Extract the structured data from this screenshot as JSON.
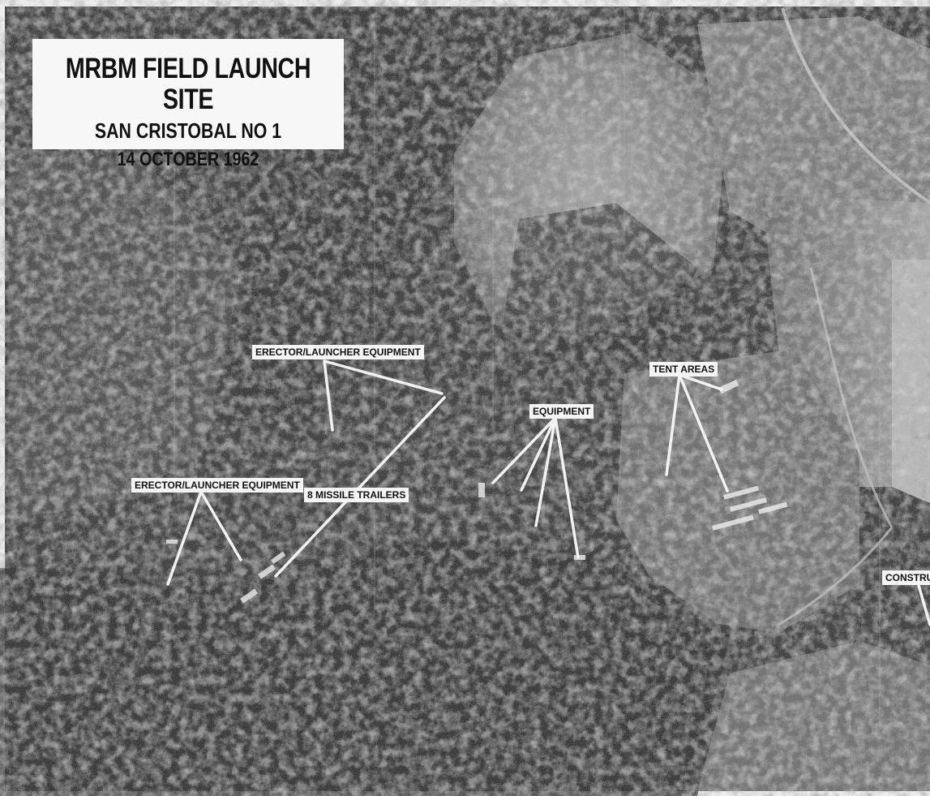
{
  "title": {
    "line1": "MRBM FIELD LAUNCH SITE",
    "line2": "SAN CRISTOBAL NO 1",
    "line3": "14 OCTOBER 1962"
  },
  "labels": {
    "erector_launcher_upper": "ERECTOR/LAUNCHER EQUIPMENT",
    "erector_launcher_lower": "ERECTOR/LAUNCHER EQUIPMENT",
    "missile_trailers": "8 MISSILE TRAILERS",
    "equipment": "EQUIPMENT",
    "tent_areas": "TENT AREAS",
    "construction": "CONSTRUCT"
  },
  "colors": {
    "label_bg": "#f4f4f4",
    "leader_line": "#f2f2f2",
    "photo_dark": "#1b1b1b",
    "field_light": "#8a8a8a"
  }
}
